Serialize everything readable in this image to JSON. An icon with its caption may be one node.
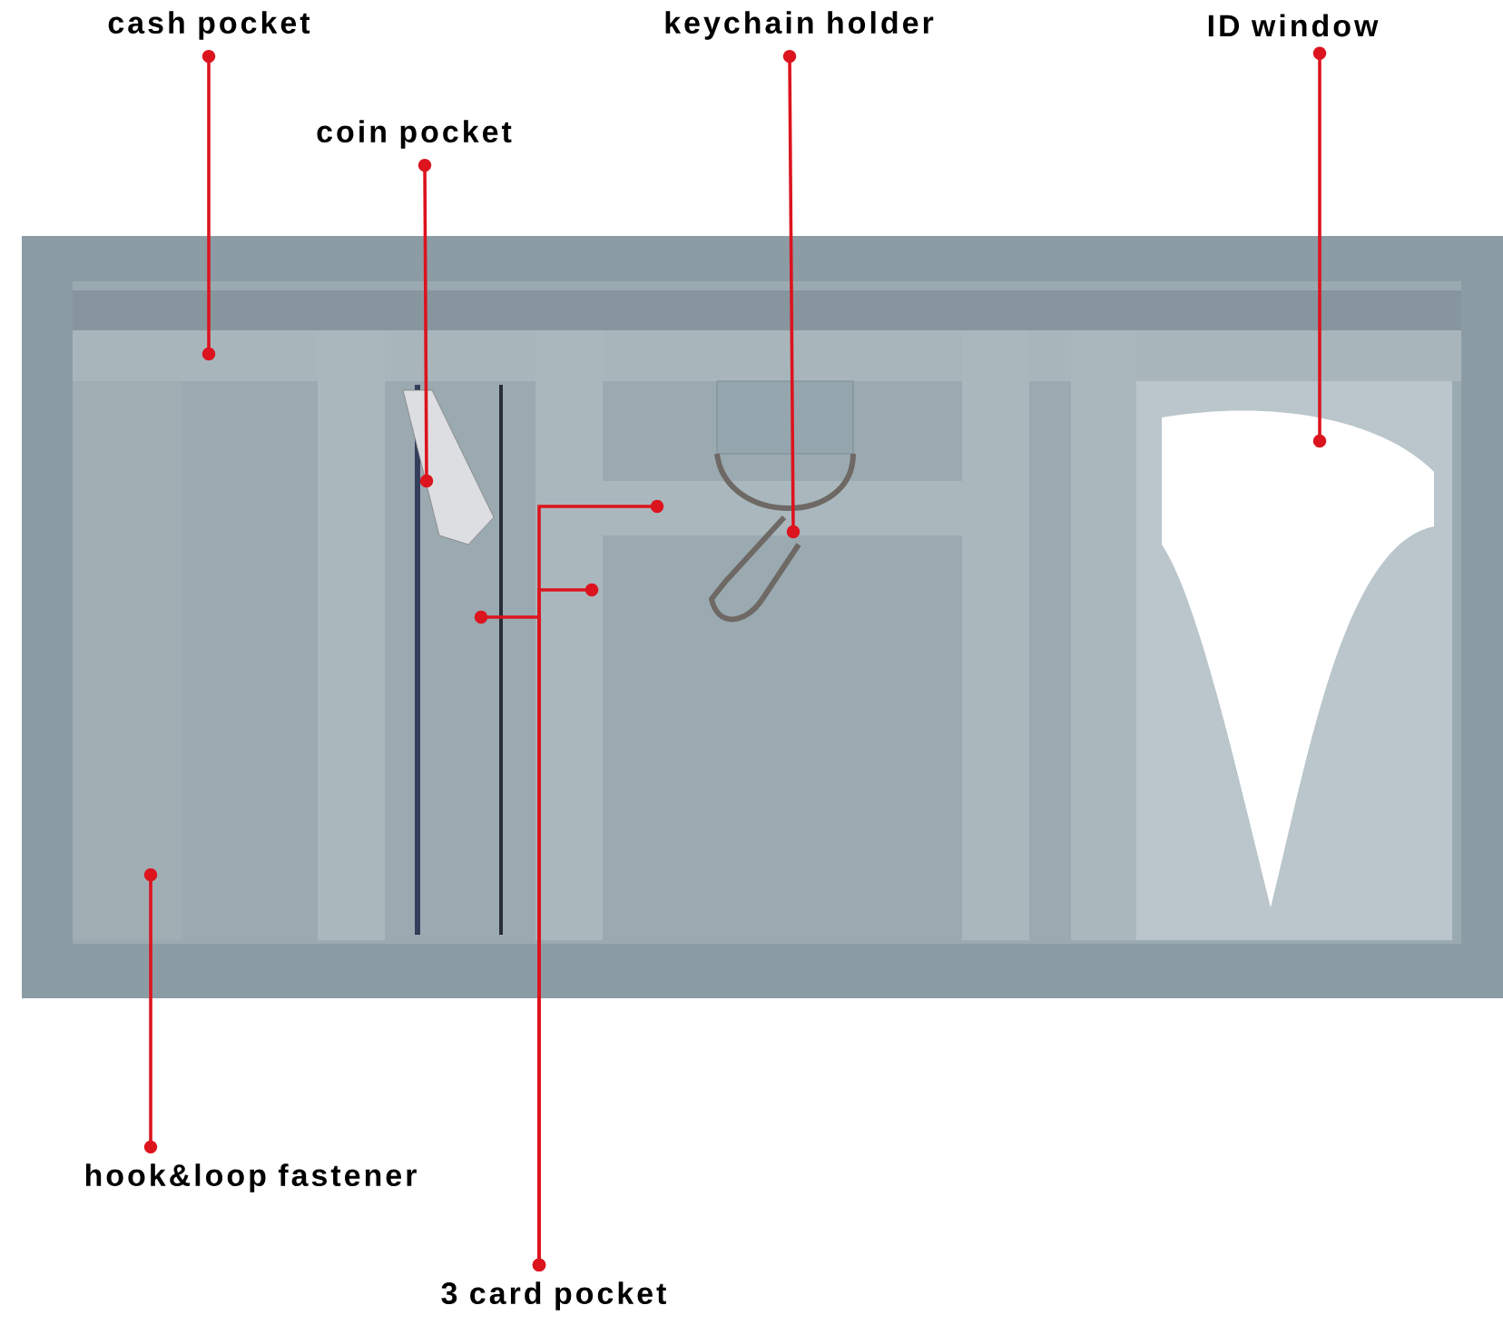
{
  "diagram": {
    "nodes": [
      {
        "text": [
          "cash pocket"
        ]
      },
      {
        "text": [
          "coin pocket"
        ]
      },
      {
        "text": [
          "keychain holder"
        ]
      },
      {
        "text": [
          "ID window"
        ]
      },
      {
        "text": [
          "hook&loop fastener"
        ]
      },
      {
        "text": [
          "3 card pocket"
        ]
      }
    ],
    "edges": [
      {
        "from": 0,
        "to": null,
        "arrow": "other"
      },
      {
        "from": 1,
        "to": null,
        "arrow": "other"
      },
      {
        "from": 2,
        "to": null,
        "arrow": "other"
      },
      {
        "from": 3,
        "to": null,
        "arrow": "other"
      },
      {
        "from": 4,
        "to": null,
        "arrow": "other"
      },
      {
        "from": 5,
        "to": null,
        "arrow": "other"
      },
      {
        "from": 5,
        "to": null,
        "arrow": "other"
      },
      {
        "from": 5,
        "to": null,
        "arrow": "other"
      }
    ]
  }
}
